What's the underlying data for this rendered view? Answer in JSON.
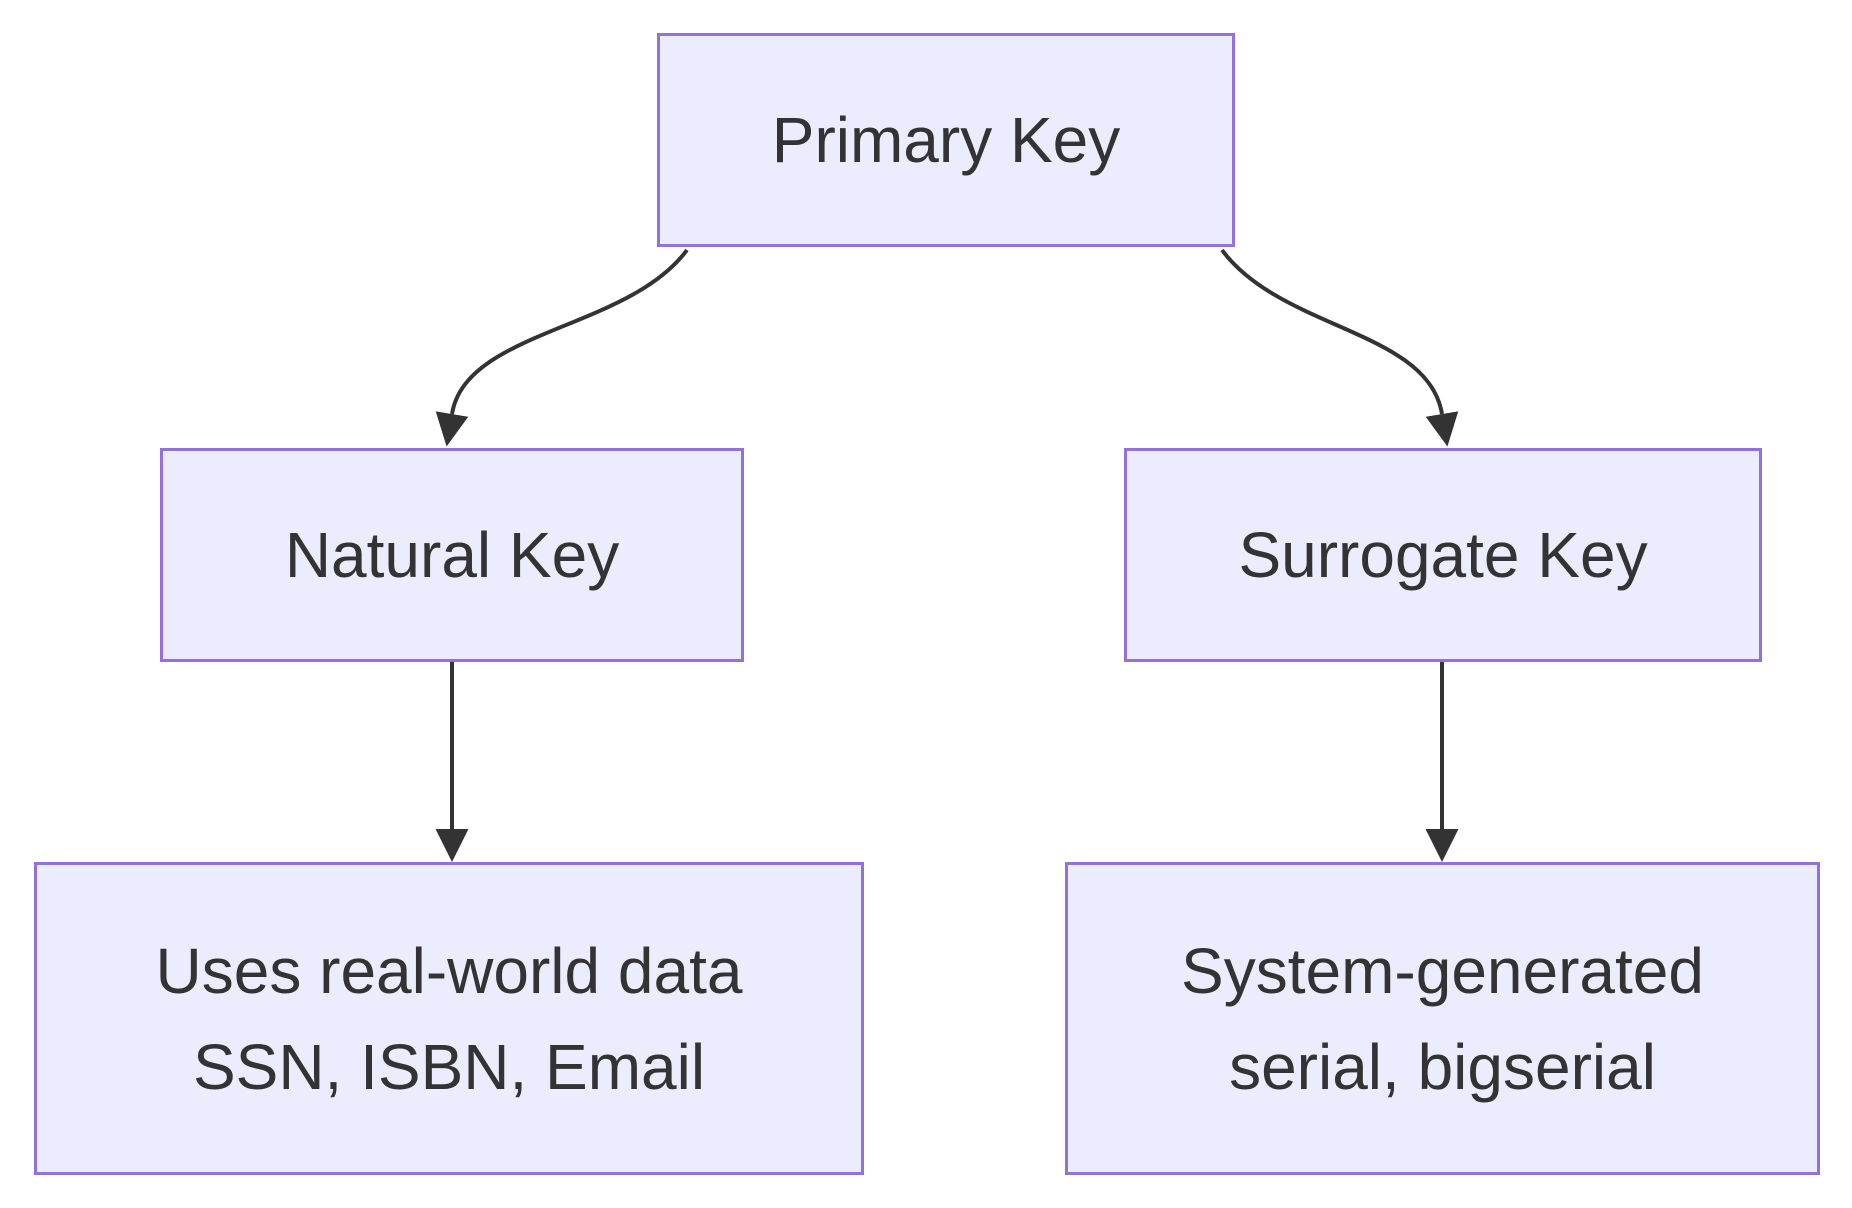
{
  "diagram": {
    "type": "flowchart",
    "direction": "top-down",
    "colors": {
      "background": "#ffffff",
      "node_fill": "#ECECFF",
      "node_border": "#9370DB",
      "text": "#333333",
      "edge": "#333333"
    },
    "nodes": {
      "primary": {
        "label": "Primary Key"
      },
      "natural": {
        "label": "Natural Key"
      },
      "surrogate": {
        "label": "Surrogate Key"
      },
      "natural_desc": {
        "line1": "Uses real-world data",
        "line2": "SSN, ISBN, Email"
      },
      "surrogate_desc": {
        "line1": "System-generated",
        "line2": "serial, bigserial"
      }
    },
    "edges": [
      {
        "from": "Primary Key",
        "to": "Natural Key",
        "style": "curved-arrow"
      },
      {
        "from": "Primary Key",
        "to": "Surrogate Key",
        "style": "curved-arrow"
      },
      {
        "from": "Natural Key",
        "to": "Uses real-world data / SSN, ISBN, Email",
        "style": "straight-arrow"
      },
      {
        "from": "Surrogate Key",
        "to": "System-generated / serial, bigserial",
        "style": "straight-arrow"
      }
    ]
  }
}
